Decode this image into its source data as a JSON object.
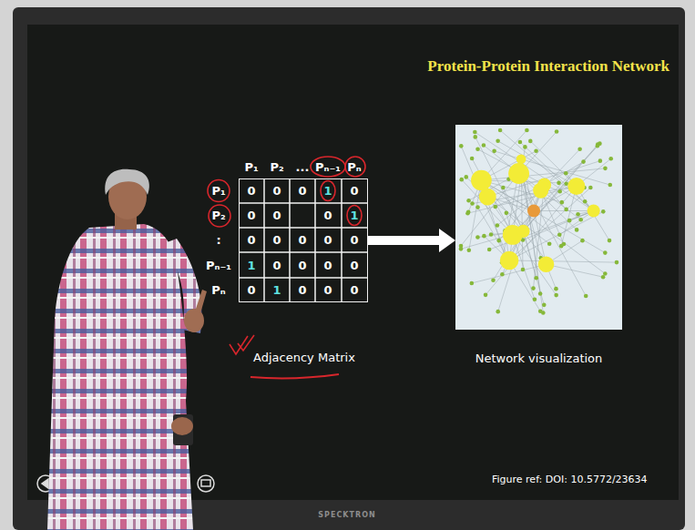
{
  "diagram": {
    "title": "Protein-Protein Interaction Network",
    "nodes": [
      {
        "text": [
          "Adjacency Matrix"
        ]
      },
      {
        "text": [
          "Network visualization"
        ]
      }
    ],
    "edges": [
      {
        "from": 0,
        "to": 1,
        "arrow": "to"
      }
    ],
    "labels": [
      "P₁",
      "P₂",
      "...",
      "Pₙ₋₁",
      "Pₙ",
      "P₁",
      "P₂",
      ":",
      "Pₙ₋₁",
      "Pₙ",
      "0",
      "0",
      "0",
      "1",
      "0",
      "0",
      "0",
      "0",
      "1",
      "0",
      "0",
      "0",
      "0",
      "0",
      "1",
      "0",
      "0",
      "0",
      "0",
      "0",
      "1",
      "0",
      "0",
      "0",
      "Figure ref: DOI: 10.5772/23634",
      "SPECKTRON"
    ]
  }
}
